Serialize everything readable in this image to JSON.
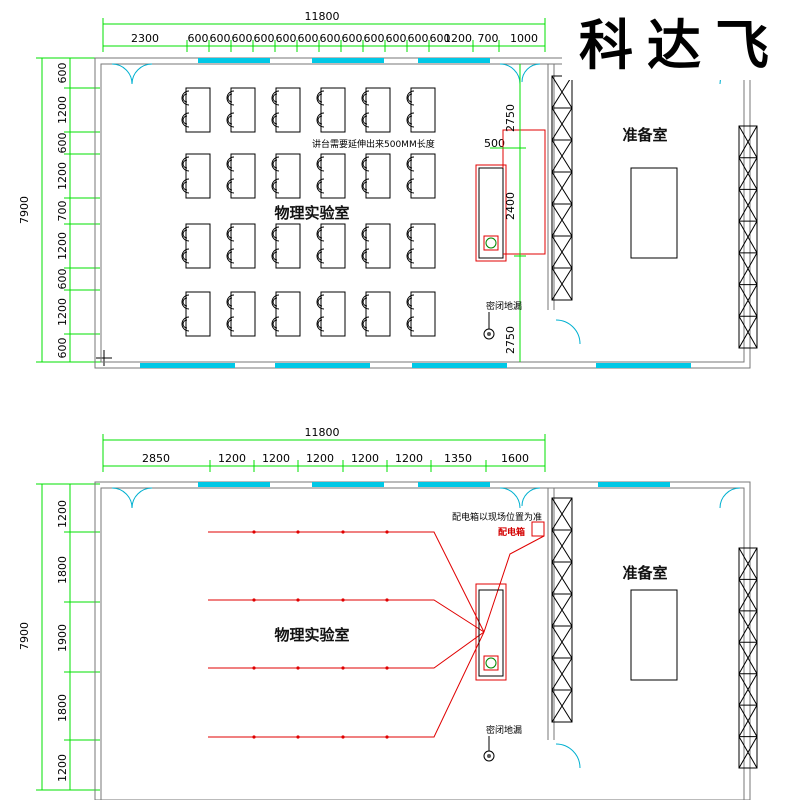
{
  "brand": {
    "text": "科达飞"
  },
  "plans": [
    {
      "id": "top",
      "total_width_label": "11800",
      "top_segments": [
        "2300",
        "600",
        "600",
        "600",
        "600",
        "600",
        "600",
        "600",
        "600",
        "600",
        "600",
        "600",
        "600",
        "1200",
        "700",
        "1000"
      ],
      "left_segments": [
        "600",
        "1200",
        "600",
        "1200",
        "700",
        "1200",
        "600",
        "1200",
        "600"
      ],
      "overall_height_label": "7900",
      "right_segments": [
        "2750",
        "2400",
        "2750"
      ],
      "right_extra_label": "500",
      "lab_label": "物理实验室",
      "prep_label": "准备室",
      "note_platform": "讲台需要延伸出来500MM长度",
      "note_drain": "密闭地漏"
    },
    {
      "id": "bottom",
      "total_width_label": "11800",
      "top_segments": [
        "2850",
        "1200",
        "1200",
        "1200",
        "1200",
        "1200",
        "1350",
        "1600"
      ],
      "left_segments": [
        "1200",
        "1800",
        "1900",
        "1800",
        "1200"
      ],
      "overall_height_label": "7900",
      "lab_label": "物理实验室",
      "prep_label": "准备室",
      "note_box_position": "配电箱以现场位置为准",
      "note_box": "配电箱",
      "note_drain": "密闭地漏"
    }
  ],
  "colors": {
    "dimension": "#00e000",
    "window": "#00c8e6",
    "wiring": "#e00000",
    "wall": "#888888",
    "line": "#000000"
  }
}
